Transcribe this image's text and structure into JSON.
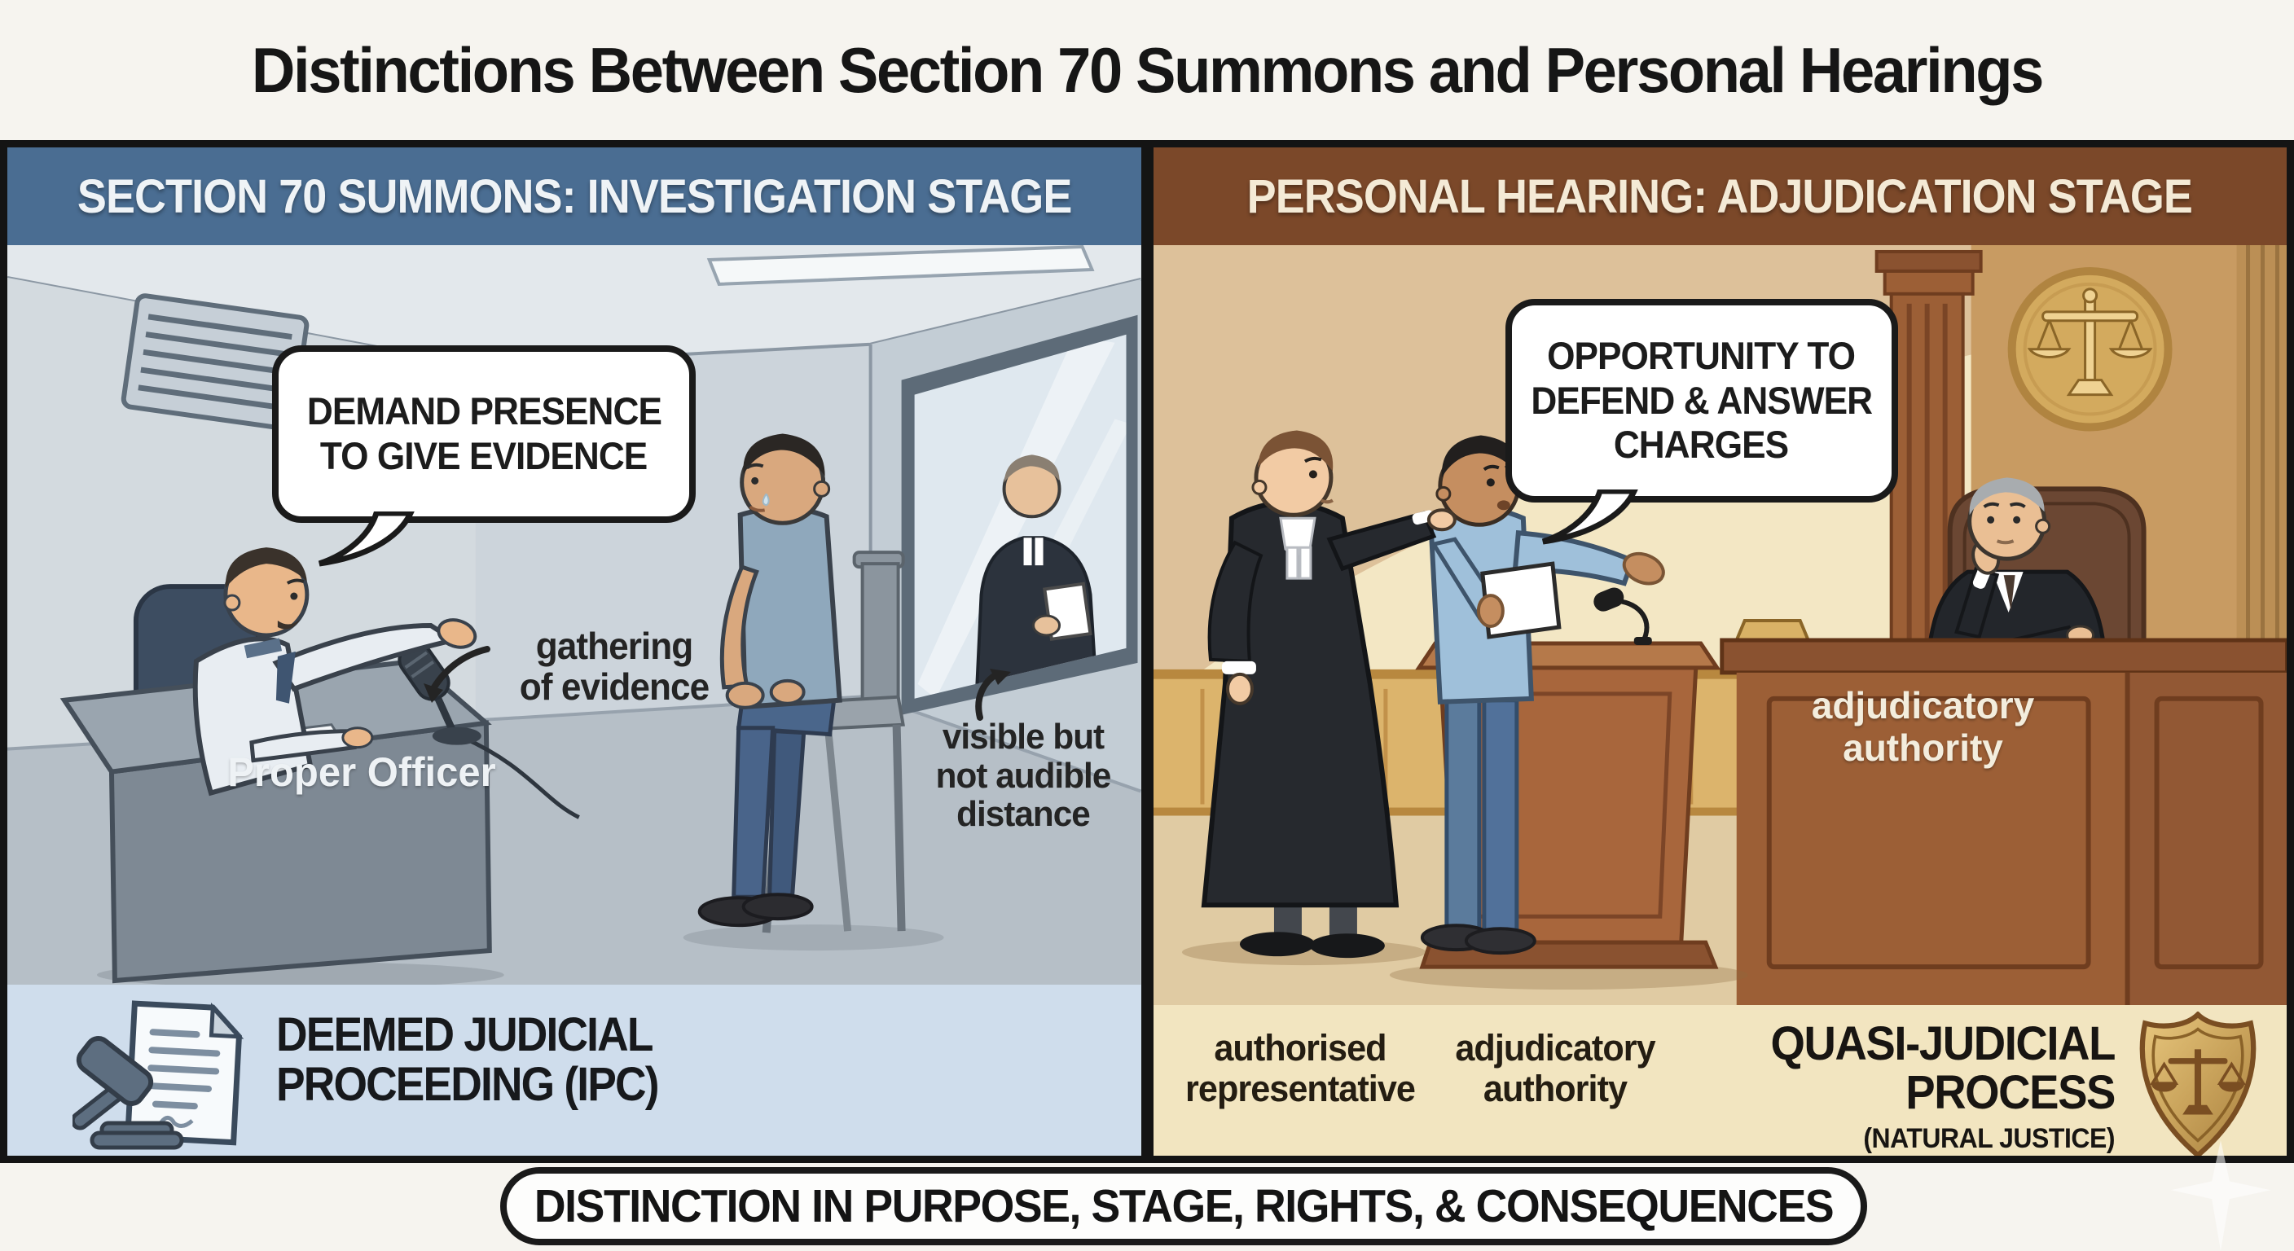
{
  "title": "Distinctions Between Section 70 Summons and Personal Hearings",
  "left_panel": {
    "header": "SECTION 70 SUMMONS: INVESTIGATION STAGE",
    "speech_bubble": {
      "line1": "DEMAND PRESENCE",
      "line2": "TO GIVE EVIDENCE"
    },
    "gathering_note": {
      "line1": "gathering",
      "line2": "of evidence"
    },
    "desk_label": "Proper Officer",
    "window_note": {
      "line1": "visible but",
      "line2": "not audible",
      "line3": "distance"
    },
    "footer_label": {
      "line1": "DEEMED JUDICIAL",
      "line2": "PROCEEDING (IPC)"
    }
  },
  "right_panel": {
    "header": "PERSONAL HEARING: ADJUDICATION STAGE",
    "speech_bubble": {
      "line1": "OPPORTUNITY TO",
      "line2": "DEFEND & ANSWER",
      "line3": "CHARGES"
    },
    "bench_label": {
      "line1": "adjudicatory",
      "line2": "authority"
    },
    "footer_labels": {
      "representative": {
        "line1": "authorised",
        "line2": "representative"
      },
      "authority": {
        "line1": "adjudicatory",
        "line2": "authority"
      },
      "process": {
        "line1": "QUASI-JUDICIAL",
        "line2": "PROCESS",
        "line3": "(NATURAL JUSTICE)"
      }
    }
  },
  "bottom_banner": "DISTINCTION IN PURPOSE, STAGE, RIGHTS, & CONSEQUENCES",
  "icons": {
    "left_footer": "gavel-and-document-icon",
    "wall_plaque": "scales-of-justice-plaque-icon",
    "right_footer": "scales-shield-badge-icon",
    "desk_mic": "microphone-icon",
    "podium_mic": "gooseneck-microphone-icon",
    "watermark": "sparkle-watermark-icon"
  },
  "colors": {
    "left_header_bg": "#4a6d92",
    "right_header_bg": "#7b4829",
    "left_footer_bg": "#cfddec",
    "right_footer_bg": "#f2e5c0",
    "frame": "#141414",
    "page_bg": "#f6f4ef",
    "bubble_bg": "#ffffff",
    "bubble_border": "#1a1a1a"
  }
}
